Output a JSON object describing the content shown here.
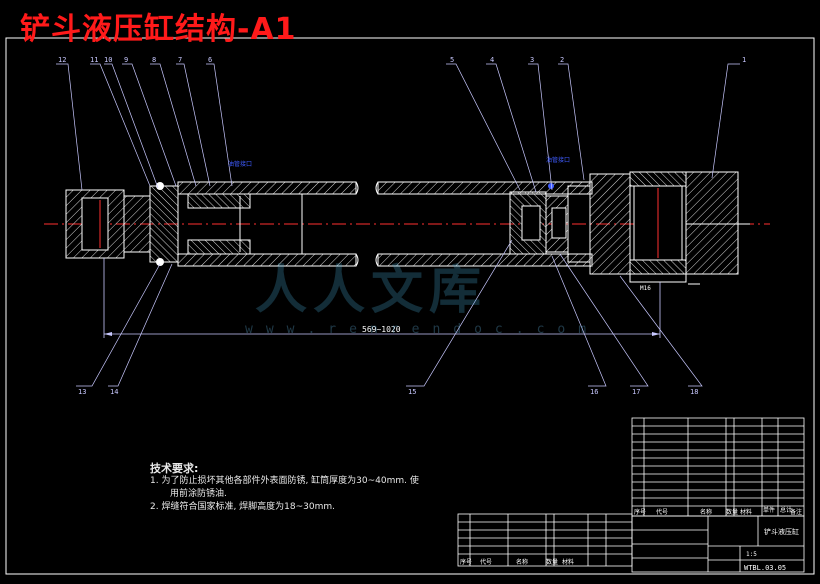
{
  "title": "铲斗液压缸结构-A1",
  "tech_requirements": {
    "heading": "技术要求:",
    "items": [
      "1. 为了防止损坏其他各部件外表面防锈, 缸筒厚度为30~40mm. 使",
      "用前涂防锈油.",
      "2. 焊缝符合国家标准, 焊脚高度为18~30mm."
    ]
  },
  "dimension": "569~1020",
  "callouts_top": [
    "12",
    "11",
    "10",
    "9",
    "8",
    "7",
    "6",
    "5",
    "4",
    "3",
    "2",
    "1"
  ],
  "callouts_bottom": [
    "13",
    "14",
    "15",
    "16",
    "17",
    "18"
  ],
  "blue_labels": [
    "油管接口",
    "油管接口"
  ],
  "small_dim": "M16",
  "watermark": {
    "text": "人人文库",
    "url": "www.renrendoc.com"
  },
  "title_block": {
    "name": "铲斗液压缸",
    "drawing_no": "WTBL.03.05",
    "scale": "1:5",
    "col_labels": [
      "序号",
      "代号",
      "名称",
      "数量",
      "材料",
      "单件",
      "总计",
      "备注"
    ],
    "header_labels": [
      "序号",
      "代号",
      "名称",
      "数量",
      "材料"
    ]
  },
  "colors": {
    "background": "#000000",
    "outline": "#ffffff",
    "hatch": "#d8d8d8",
    "centerline": "#ff3030",
    "leader": "#c8c8ff",
    "blue_label": "#3f5cff",
    "title_red": "#ff1a1a"
  }
}
